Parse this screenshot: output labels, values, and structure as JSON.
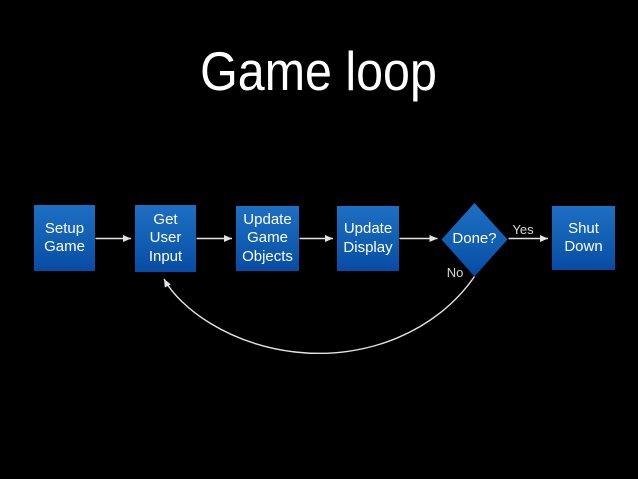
{
  "slide": {
    "title": "Game loop"
  },
  "colors": {
    "background": "#000000",
    "node_gradient_top": "#1e6ec3",
    "node_gradient_mid": "#1160b4",
    "node_gradient_bottom": "#084ba4",
    "connector": "#e3e3e3",
    "node_text": "#ffffff",
    "edge_label_text": "#d9d9d9",
    "title_text": "#ffffff"
  },
  "flowchart": {
    "nodes": [
      {
        "id": "setup-game",
        "shape": "rect",
        "label": "Setup\nGame"
      },
      {
        "id": "get-user-input",
        "shape": "rect",
        "label": "Get\nUser\nInput"
      },
      {
        "id": "update-game-objects",
        "shape": "rect",
        "label": "Update\nGame\nObjects"
      },
      {
        "id": "update-display",
        "shape": "rect",
        "label": "Update\nDisplay"
      },
      {
        "id": "done",
        "shape": "diamond",
        "label": "Done?"
      },
      {
        "id": "shut-down",
        "shape": "rect",
        "label": "Shut\nDown"
      }
    ],
    "edges": [
      {
        "from": "setup-game",
        "to": "get-user-input",
        "label": ""
      },
      {
        "from": "get-user-input",
        "to": "update-game-objects",
        "label": ""
      },
      {
        "from": "update-game-objects",
        "to": "update-display",
        "label": ""
      },
      {
        "from": "update-display",
        "to": "done",
        "label": ""
      },
      {
        "from": "done",
        "to": "shut-down",
        "label": "Yes"
      },
      {
        "from": "done",
        "to": "get-user-input",
        "label": "No"
      }
    ]
  }
}
